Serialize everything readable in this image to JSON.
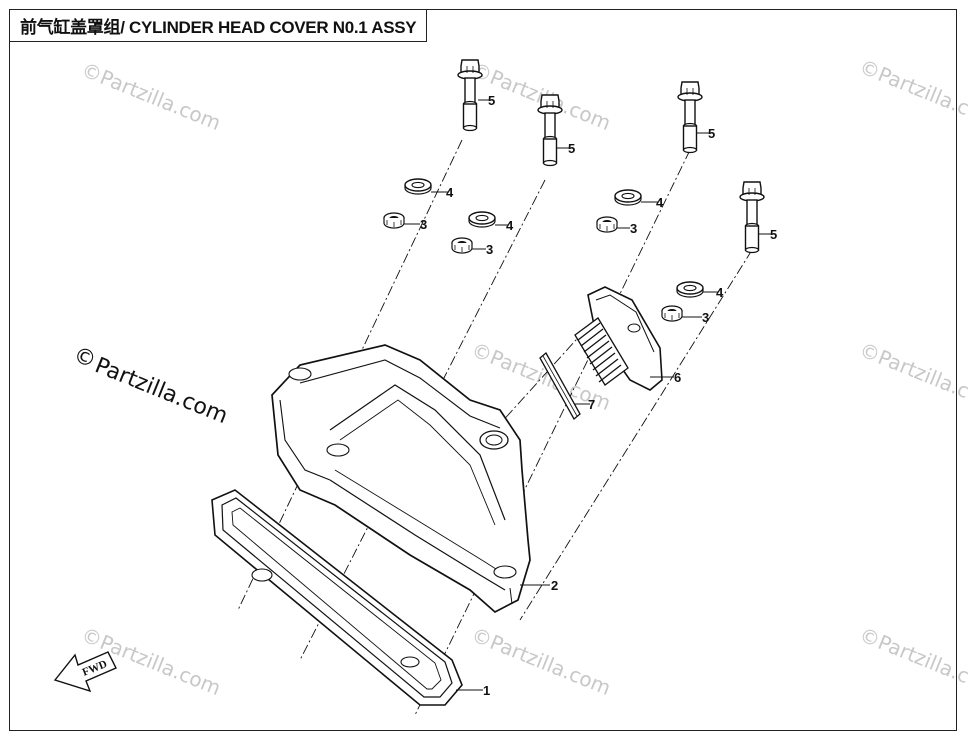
{
  "title": "前气缸盖罩组/ CYLINDER HEAD COVER N0.1 ASSY",
  "watermark": {
    "faint": "©Partzilla.com",
    "copyright_symbol": "©",
    "main": "Partzilla.com"
  },
  "fwd_label": "FWD",
  "callouts": {
    "c1": "1",
    "c2": "2",
    "c3a": "3",
    "c3b": "3",
    "c3c": "3",
    "c3d": "3",
    "c4a": "4",
    "c4b": "4",
    "c4c": "4",
    "c4d": "4",
    "c5a": "5",
    "c5b": "5",
    "c5c": "5",
    "c5d": "5",
    "c6": "6",
    "c7": "7"
  }
}
